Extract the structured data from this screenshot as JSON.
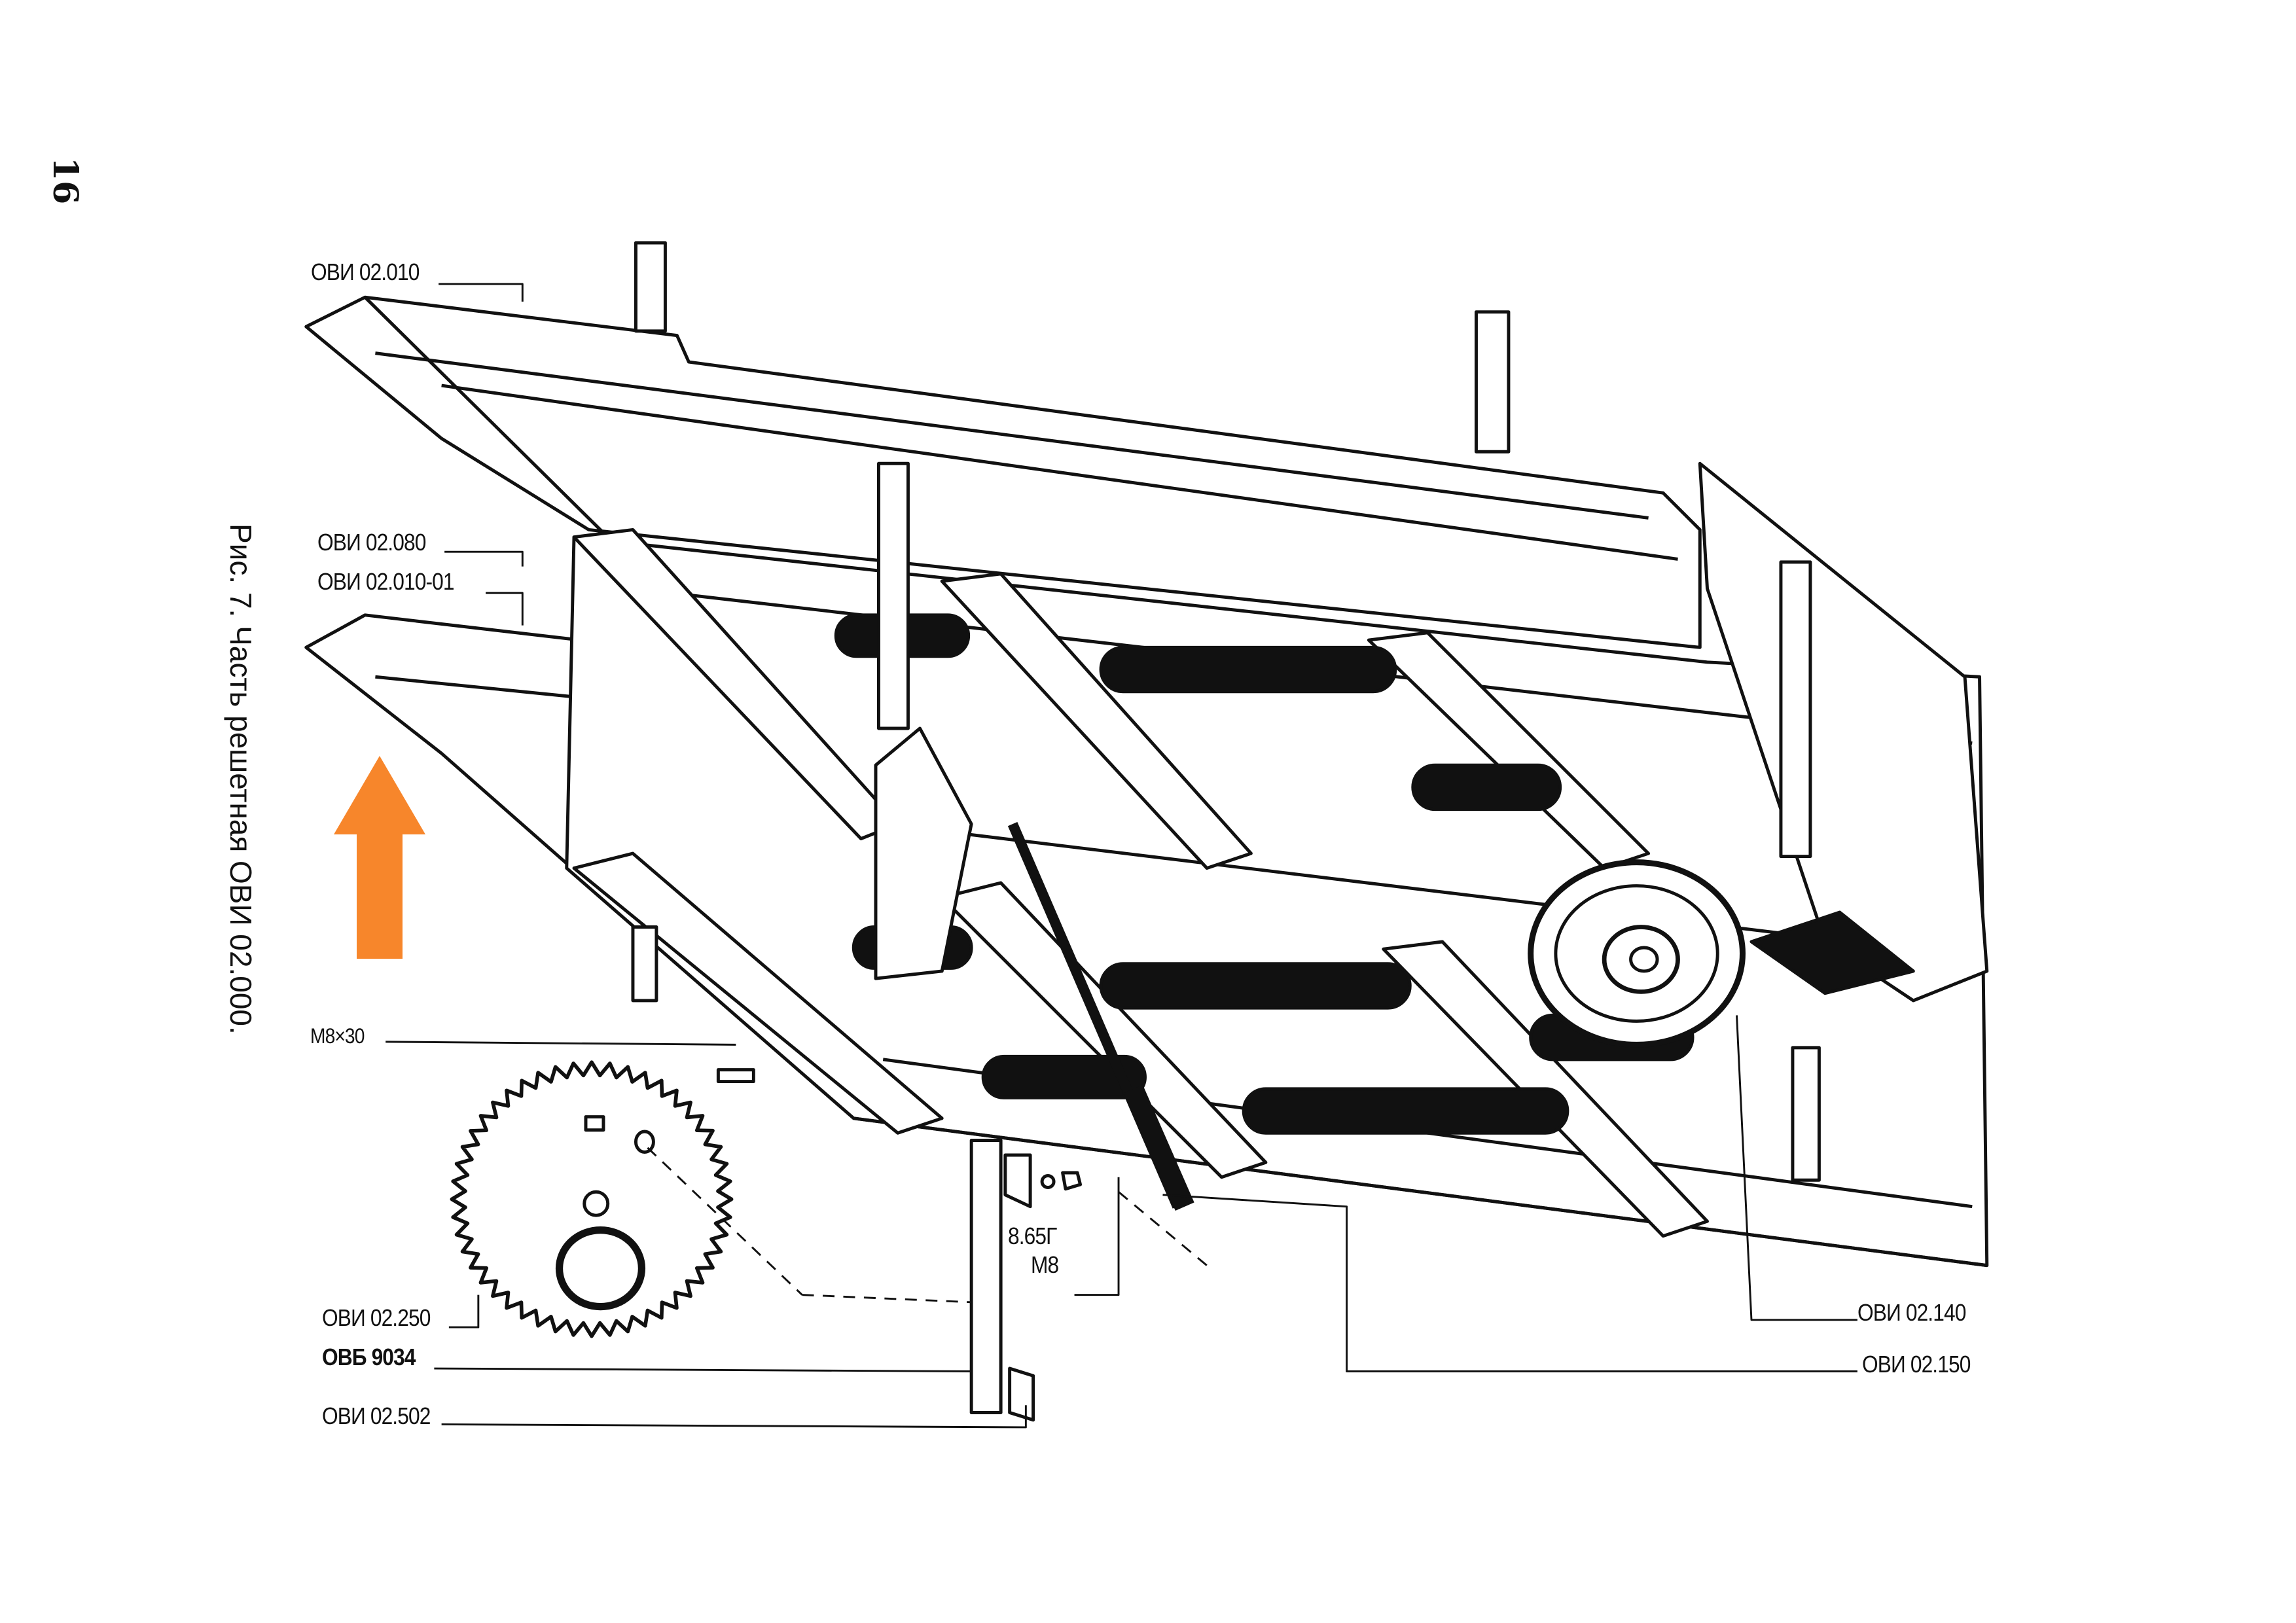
{
  "page_number": "16",
  "caption": "Рис. 7. Часть решетная ОВИ 02.000.",
  "callouts": {
    "ovi_02_010": "ОВИ 02.010",
    "ovi_02_080": "ОВИ 02.080",
    "ovi_02_010_01": "ОВИ 02.010-01",
    "m8x30": "М8×30",
    "ovi_02_250": "ОВИ 02.250",
    "ovb_9034": "ОВБ 9034",
    "ovi_02_502": "ОВИ 02.502",
    "washer_865g": "8.65Г",
    "nut_m8": "М8",
    "ovi_02_140": "ОВИ 02.140",
    "ovi_02_150": "ОВИ 02.150"
  },
  "colors": {
    "arrow": "#f7862b",
    "ink": "#111111"
  }
}
